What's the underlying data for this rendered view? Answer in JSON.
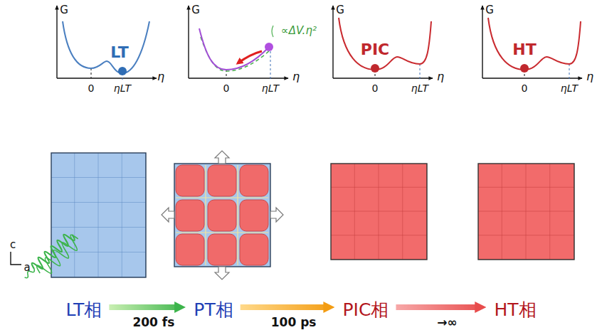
{
  "diagram": {
    "nodes": [
      {
        "text": [
          "LT相"
        ]
      },
      {
        "text": [
          "PT相"
        ]
      },
      {
        "text": [
          "PIC相"
        ]
      },
      {
        "text": [
          "HT相"
        ]
      }
    ],
    "edges": [
      {
        "from": 0,
        "to": 1,
        "arrow": "to",
        "label": "200 fs"
      },
      {
        "from": 1,
        "to": 2,
        "arrow": "to",
        "label": "100 ps"
      },
      {
        "from": 2,
        "to": 3,
        "arrow": "to",
        "label": "→∞"
      }
    ],
    "labels": [
      "G",
      "η",
      "0",
      "ηLT",
      "LT",
      "G",
      "η",
      "0",
      "ηLT",
      "∝ΔV.η²",
      "G",
      "η",
      "0",
      "ηLT",
      "PIC",
      "G",
      "η",
      "0",
      "ηLT",
      "HT",
      "c",
      "a"
    ]
  }
}
